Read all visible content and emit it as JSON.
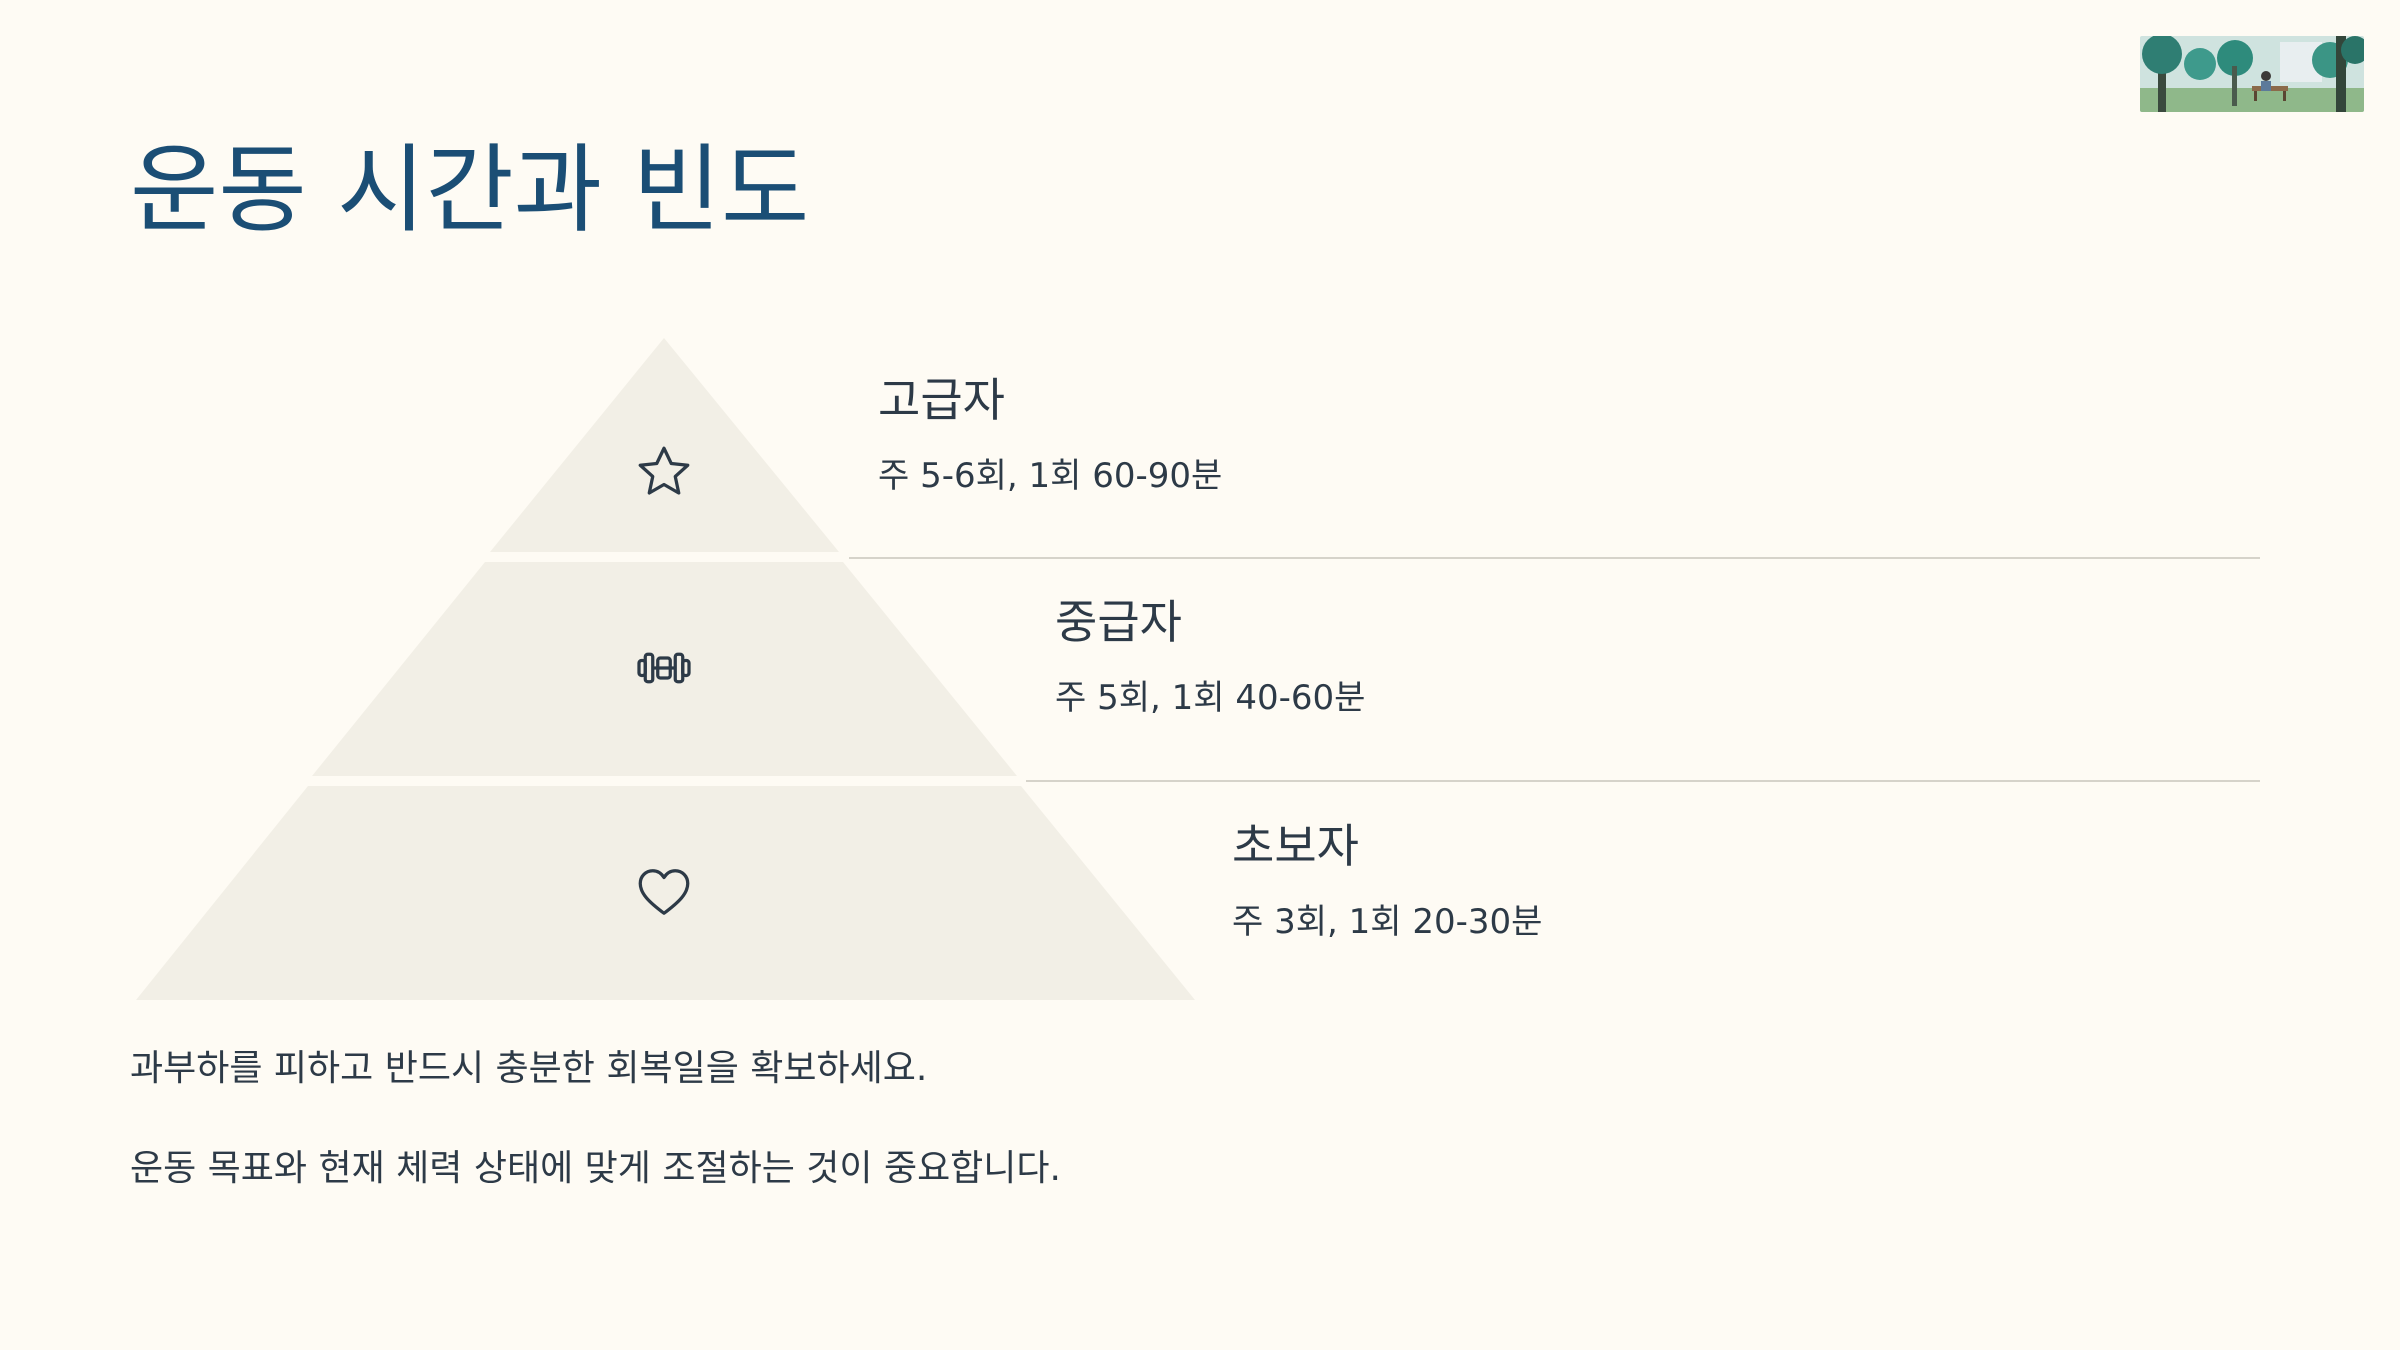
{
  "title": "운동 시간과 빈도",
  "tiers": [
    {
      "name": "고급자",
      "description": "주 5-6회, 1회 60-90분",
      "icon": "star-icon"
    },
    {
      "name": "중급자",
      "description": "주 5회, 1회 40-60분",
      "icon": "dumbbell-icon"
    },
    {
      "name": "초보자",
      "description": "주 3회, 1회 20-30분",
      "icon": "heart-icon"
    }
  ],
  "notes": [
    "과부하를 피하고 반드시 충분한 회복일을 확보하세요.",
    "운동 목표와 현재 체력 상태에 맞게 조절하는 것이 중요합니다."
  ],
  "colors": {
    "background": "#FEFBF4",
    "title": "#1B4E75",
    "text": "#2D3A47",
    "pyramid_fill": "#F2EFE6",
    "divider": "#D6D3CA"
  }
}
